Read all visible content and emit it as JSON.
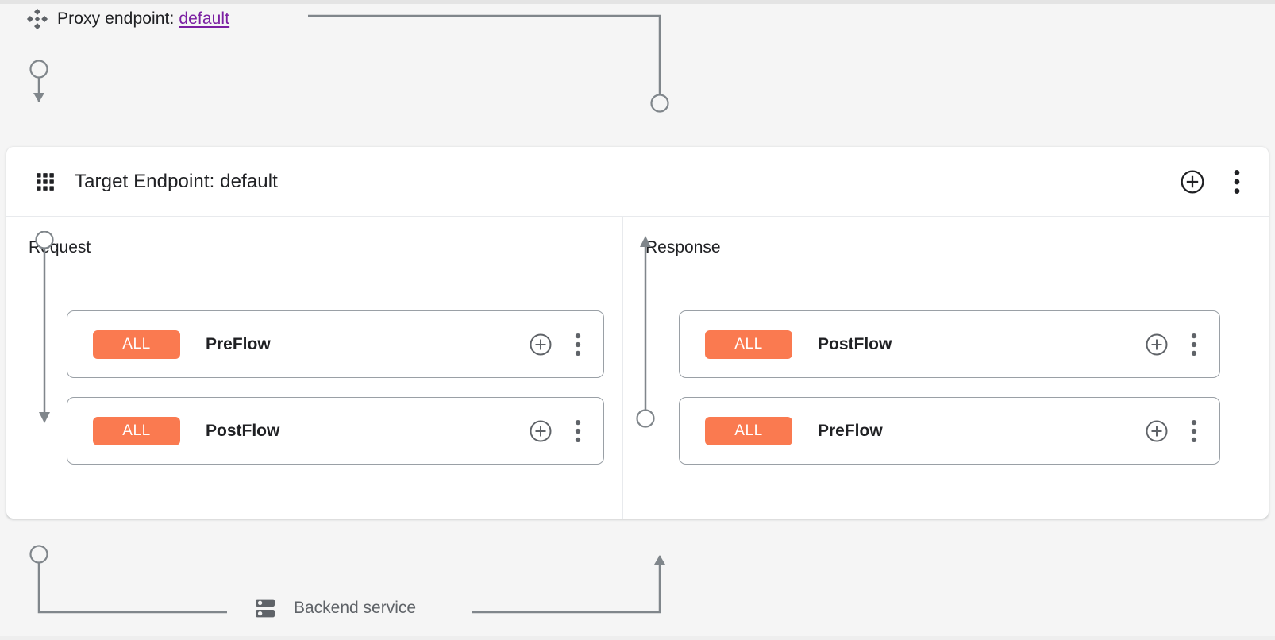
{
  "page": {
    "background_color": "#f5f5f5",
    "accent_link_color": "#7b1fa2",
    "badge_color": "#fa7a50",
    "connector_color": "#80868b"
  },
  "proxy": {
    "icon": "proxy-diamond-cluster-icon",
    "label": "Proxy endpoint:",
    "endpoint_name": "default"
  },
  "target_endpoint": {
    "icon": "grid-dots-icon",
    "title": "Target Endpoint: default",
    "add_icon": "plus-circle-icon",
    "menu_icon": "more-vert-icon"
  },
  "request": {
    "label": "Request",
    "rows": [
      {
        "badge": "ALL",
        "name": "PreFlow",
        "add_icon": "plus-circle-icon",
        "menu_icon": "more-vert-icon"
      },
      {
        "badge": "ALL",
        "name": "PostFlow",
        "add_icon": "plus-circle-icon",
        "menu_icon": "more-vert-icon"
      }
    ]
  },
  "response": {
    "label": "Response",
    "rows": [
      {
        "badge": "ALL",
        "name": "PostFlow",
        "add_icon": "plus-circle-icon",
        "menu_icon": "more-vert-icon"
      },
      {
        "badge": "ALL",
        "name": "PreFlow",
        "add_icon": "plus-circle-icon",
        "menu_icon": "more-vert-icon"
      }
    ]
  },
  "backend": {
    "icon": "server-rack-icon",
    "label": "Backend service"
  }
}
